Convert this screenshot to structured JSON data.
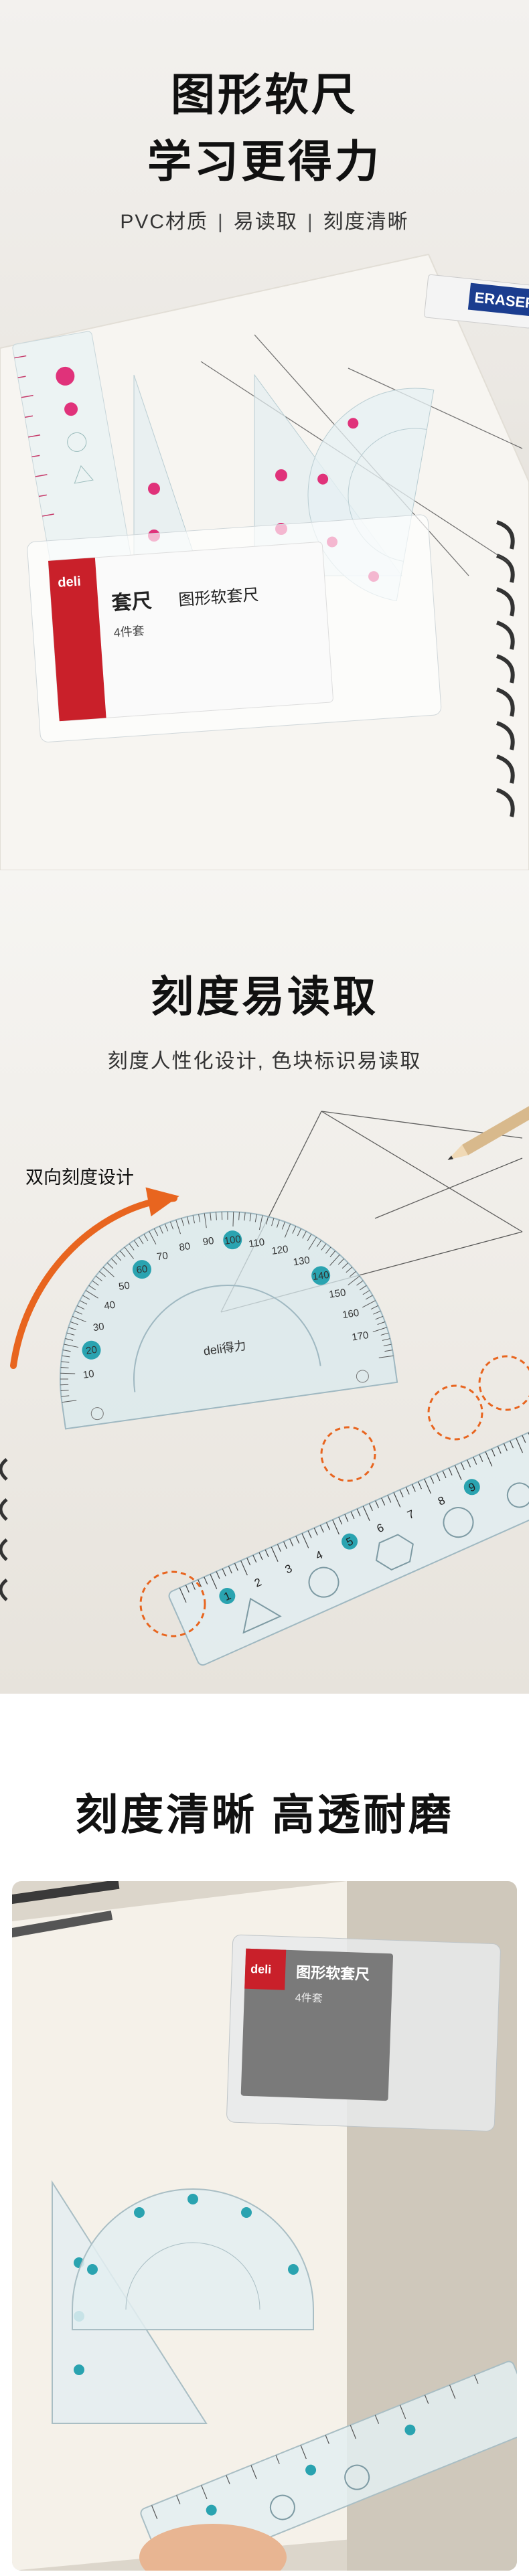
{
  "section1": {
    "title_line1": "图形软尺",
    "title_line2": "学习更得力",
    "features": [
      "PVC材质",
      "易读取",
      "刻度清晰"
    ],
    "separator": "|",
    "eraser_label": "ERASER",
    "brand": "deli",
    "package_title": "套尺",
    "package_subtitle": "图形软套尺",
    "package_count": "4件套"
  },
  "section2": {
    "title": "刻度易读取",
    "subtitle": "刻度人性化设计, 色块标识易读取",
    "callout": "双向刻度设计",
    "protractor_brand": "deli得力",
    "ruler_marks": [
      "1",
      "2",
      "3",
      "4",
      "5",
      "6",
      "7",
      "8",
      "9"
    ],
    "protractor_outer": [
      "10",
      "20",
      "30",
      "40",
      "50",
      "60",
      "70",
      "80",
      "90",
      "100",
      "110",
      "120",
      "130",
      "140",
      "150",
      "160",
      "170"
    ]
  },
  "section3": {
    "title": "刻度清晰  高透耐磨",
    "package_title": "图形软套尺",
    "package_count": "4件套",
    "brand": "deli"
  },
  "colors": {
    "teal_accent": "#2aa3b0",
    "pink_accent": "#e0327a",
    "orange_arrow": "#e8651f",
    "dark_text": "#111111"
  }
}
